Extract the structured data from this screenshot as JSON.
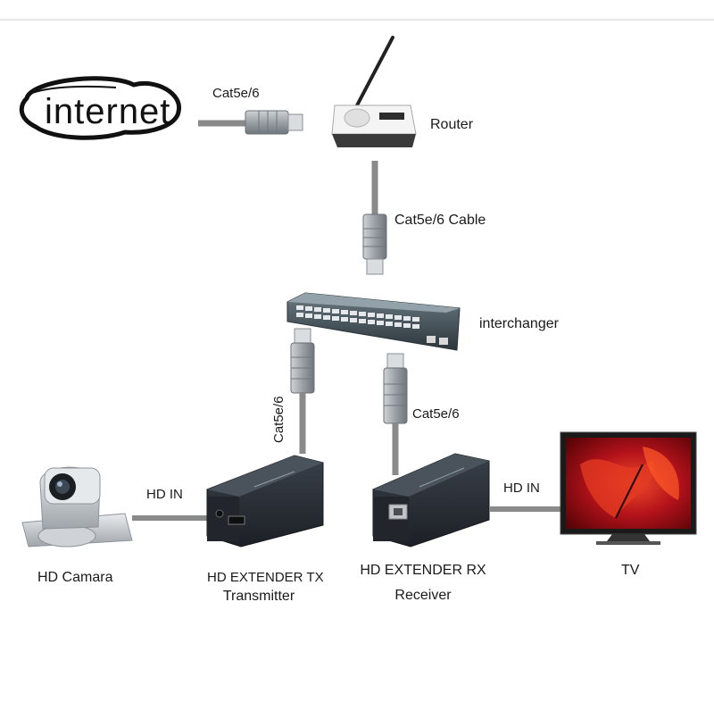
{
  "nodes": {
    "internet": "internet",
    "router": "Router",
    "switch": "interchanger",
    "camera": "HD Camara",
    "tx_line1": "HD EXTENDER TX",
    "tx_line2": "Transmitter",
    "rx_line1": "HD EXTENDER RX",
    "rx_line2": "Receiver",
    "tv": "TV"
  },
  "links": {
    "internet_router": "Cat5e/6",
    "router_switch": "Cat5e/6  Cable",
    "switch_tx": "Cat5e/6",
    "switch_rx": "Cat5e/6",
    "camera_tx": "HD IN",
    "rx_tv": "HD IN"
  },
  "colors": {
    "cable": "#8a8a8a",
    "device_body": "#2b3038",
    "switch_body": "#3c4a52",
    "tv_screen": "#c4161c"
  }
}
